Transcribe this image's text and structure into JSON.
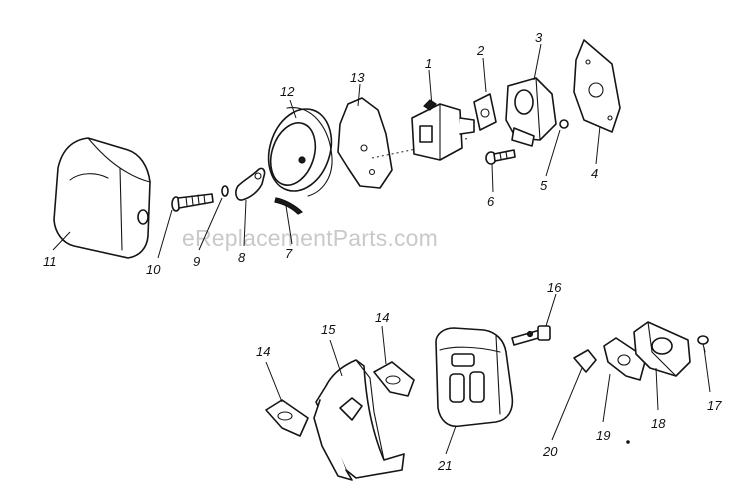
{
  "watermark": "eReplacementParts.com",
  "callouts": [
    "1",
    "2",
    "3",
    "4",
    "5",
    "6",
    "7",
    "8",
    "9",
    "10",
    "11",
    "12",
    "13",
    "14",
    "14",
    "15",
    "16",
    "17",
    "18",
    "19",
    "20",
    "21"
  ]
}
